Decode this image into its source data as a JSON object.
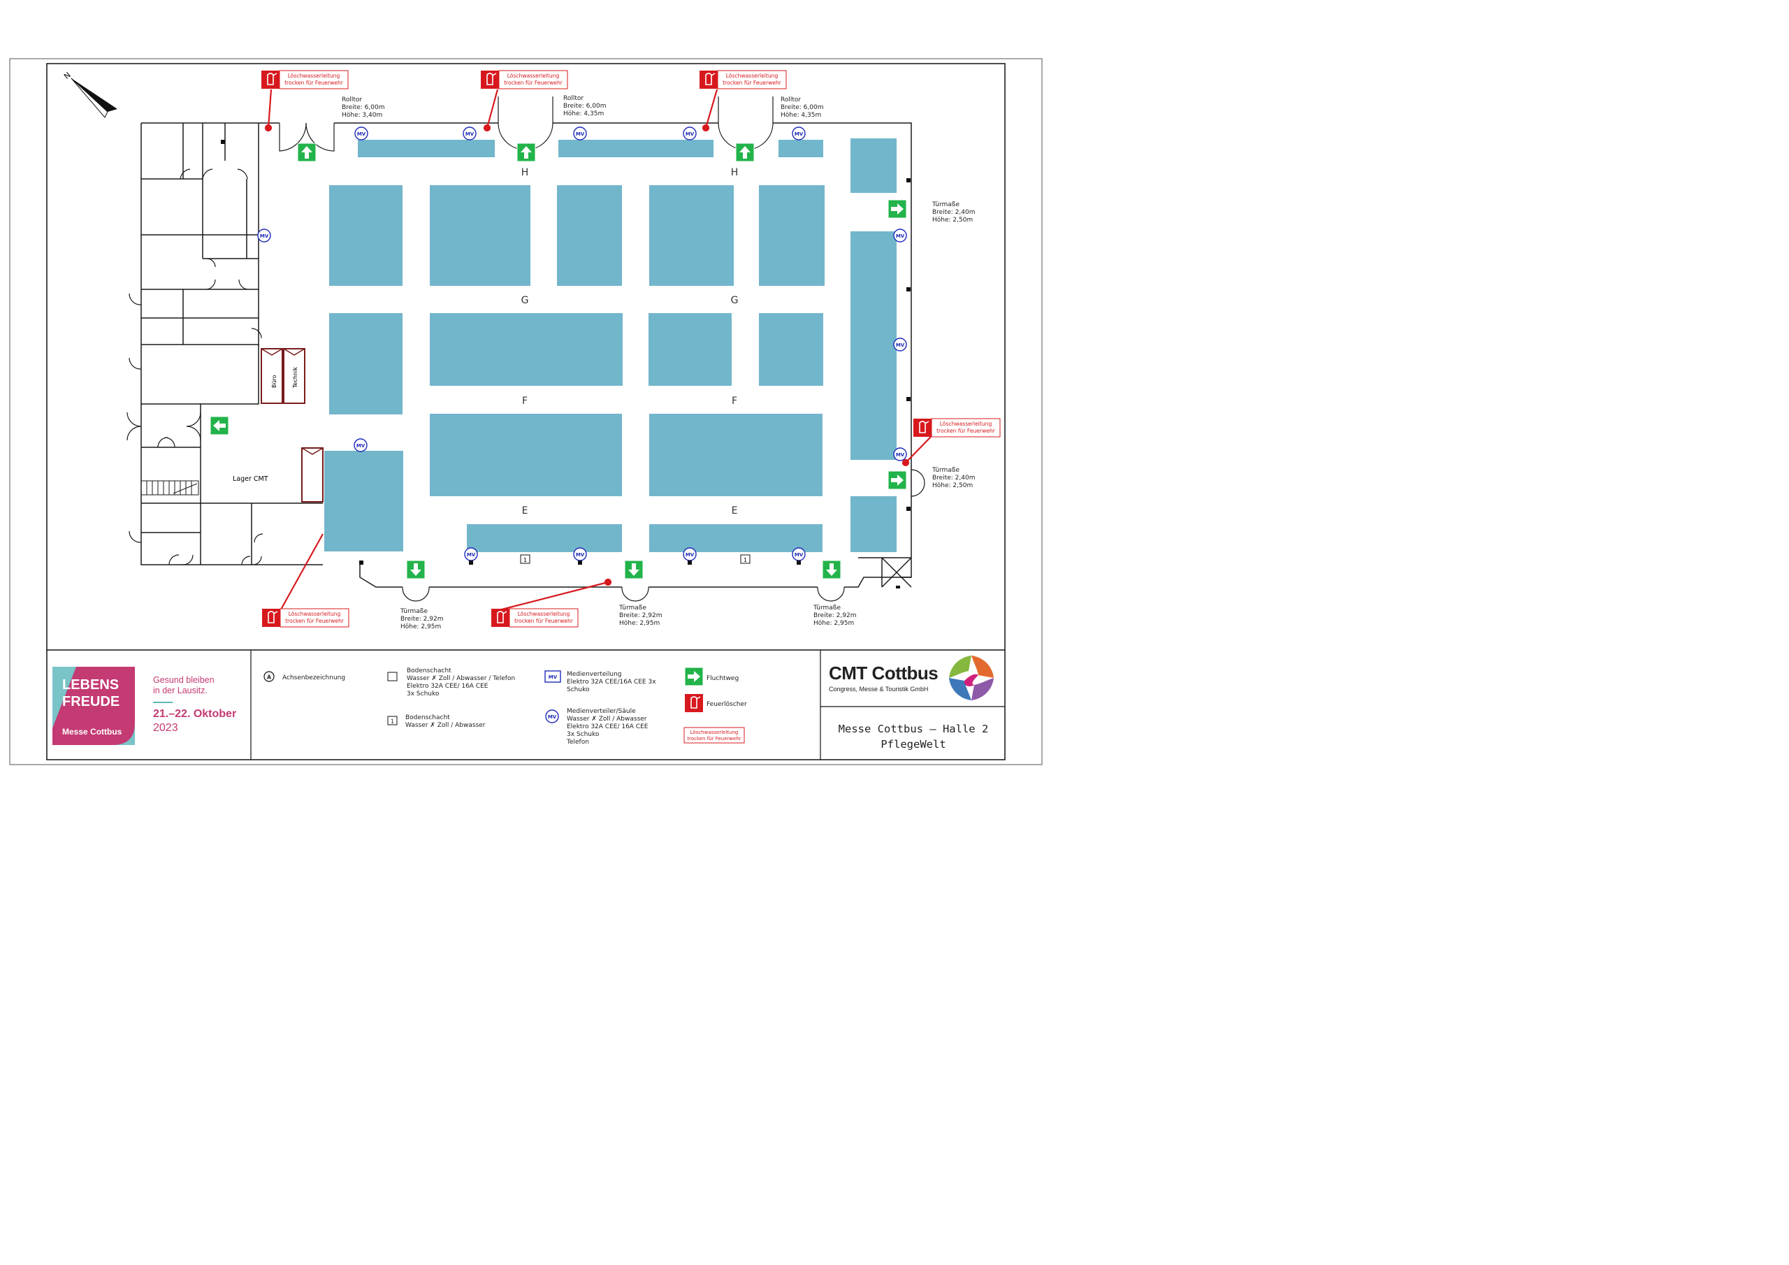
{
  "map": {
    "north_label": "N",
    "rows": [
      "H",
      "H",
      "G",
      "G",
      "F",
      "F",
      "E",
      "E"
    ],
    "loeschwasser_line1": "Löschwasserleitung",
    "loeschwasser_line2": "trocken für Feuerwehr",
    "rolltor_1": {
      "title": "Rolltor",
      "breite": "Breite: 6,00m",
      "hoehe": "Höhe: 3,40m"
    },
    "rolltor_2": {
      "title": "Rolltor",
      "breite": "Breite: 6,00m",
      "hoehe": "Höhe: 4,35m"
    },
    "rolltor_3": {
      "title": "Rolltor",
      "breite": "Breite: 6,00m",
      "hoehe": "Höhe: 4,35m"
    },
    "tuer_right_1": {
      "title": "Türmaße",
      "breite": "Breite: 2,40m",
      "hoehe": "Höhe: 2,50m"
    },
    "tuer_right_2": {
      "title": "Türmaße",
      "breite": "Breite: 2,40m",
      "hoehe": "Höhe: 2,50m"
    },
    "tuer_bottom_1": {
      "title": "Türmaße",
      "breite": "Breite: 2,92m",
      "hoehe": "Höhe: 2,95m"
    },
    "tuer_bottom_2": {
      "title": "Türmaße",
      "breite": "Breite: 2,92m",
      "hoehe": "Höhe: 2,95m"
    },
    "tuer_bottom_3": {
      "title": "Türmaße",
      "breite": "Breite: 2,92m",
      "hoehe": "Höhe: 2,95m"
    },
    "room_buero": "Büro",
    "room_technik": "Technik",
    "room_lager": "Lager CMT",
    "mv_symbol": "MV",
    "schacht_symbol": "1",
    "achse_symbol": "A"
  },
  "colors": {
    "booth": "#72b6cb",
    "exit": "#22b34a",
    "fire": "#d7191e",
    "mv": "#1d2bb8",
    "wall": "#1a1a1a",
    "room_outline": "#7a1c1c",
    "banner_teal": "#79c4c7",
    "banner_pink": "#c43a73"
  },
  "legend": {
    "achsen": "Achsenbezeichnung",
    "bodenschacht_title": "Bodenschacht",
    "bodenschacht_lines": [
      "Wasser ✗ Zoll / Abwasser / Telefon",
      "Elektro 32A CEE/ 16A CEE",
      "3x Schuko"
    ],
    "bodenschacht2_title": "Bodenschacht",
    "bodenschacht2_line": "Wasser ✗ Zoll / Abwasser",
    "medienverteilung_title": "Medienverteilung",
    "medienverteilung_lines": [
      "Elektro 32A CEE/16A CEE 3x",
      "Schuko"
    ],
    "medienverteiler_saeule_title": "Medienverteiler/Säule",
    "medienverteiler_saeule_lines": [
      "Wasser ✗ Zoll / Abwasser",
      "Elektro 32A CEE/ 16A CEE",
      "3x Schuko",
      "Telefon"
    ],
    "fluchtweg": "Fluchtweg",
    "feuerloescher": "Feuerlöscher",
    "loesch_line1": "Löschwasserleitung",
    "loesch_line2": "trocken für Feuerwehr"
  },
  "event": {
    "banner_line1": "LEBENS",
    "banner_line2": "FREUDE",
    "banner_sub": "Messe Cottbus",
    "tagline_1": "Gesund bleiben",
    "tagline_2": "in der Lausitz.",
    "dates": "21.–22. Oktober",
    "year": "2023"
  },
  "company": {
    "name": "CMT Cottbus",
    "subtitle": "Congress, Messe & Touristik GmbH"
  },
  "title": {
    "line1": "Messe Cottbus – Halle 2",
    "line2": "PflegeWelt"
  }
}
